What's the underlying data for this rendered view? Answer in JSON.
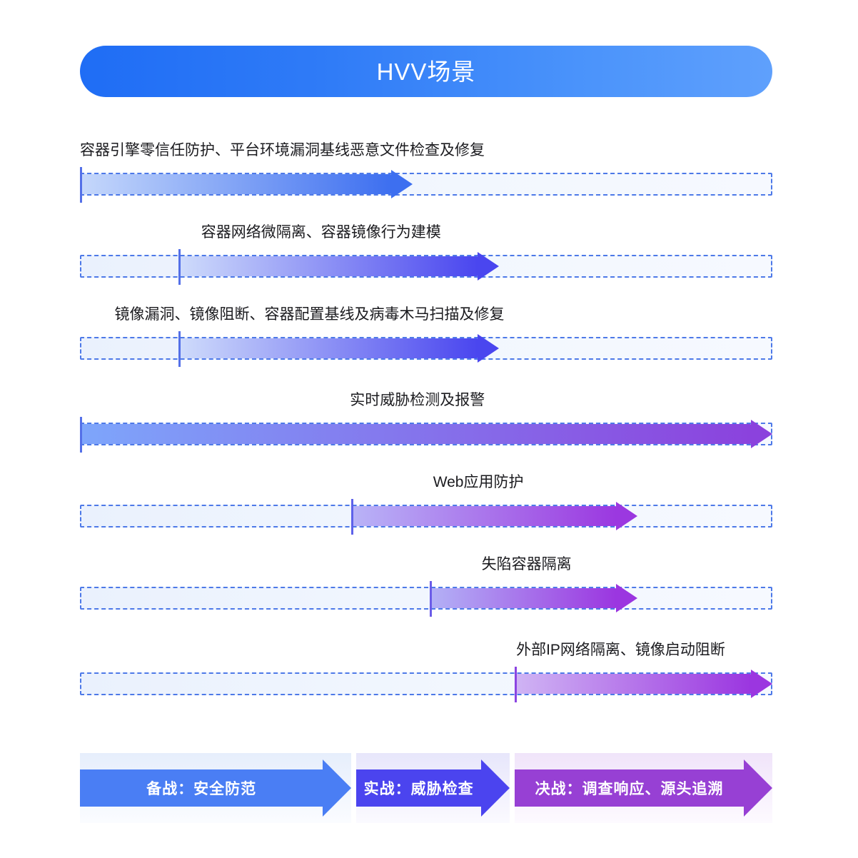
{
  "banner": {
    "title": "HVV场景",
    "gradient_from": "#1f6df5",
    "gradient_to": "#5fa0fc"
  },
  "timeline": {
    "track_color": "#eef4fd",
    "track_border_color": "#4d79e8",
    "rows": [
      {
        "label": "容器引擎零信任防护、平台环境漏洞基线恶意文件检查及修复",
        "label_left_pct": 0,
        "start_pct": 0,
        "end_pct": 48,
        "tick": true,
        "tick_color": "#5470e8",
        "from_color": "#c6d8fb",
        "to_color": "#3d6ff0",
        "head_color": "#3d6ff0"
      },
      {
        "label": "容器网络微隔离、容器镜像行为建模",
        "label_left_pct": 17.5,
        "start_pct": 14.2,
        "end_pct": 60.5,
        "tick": true,
        "tick_color": "#5470e8",
        "from_color": "#cfdcfb",
        "to_color": "#4a46ef",
        "head_color": "#4a46ef"
      },
      {
        "label": "镜像漏洞、镜像阻断、容器配置基线及病毒木马扫描及修复",
        "label_left_pct": 5,
        "start_pct": 14.2,
        "end_pct": 60.5,
        "tick": true,
        "tick_color": "#5470e8",
        "from_color": "#cfdcfb",
        "to_color": "#4a46ef",
        "head_color": "#4a46ef"
      },
      {
        "label": "实时威胁检测及报警",
        "label_left_pct": 39,
        "start_pct": 0,
        "end_pct": 100,
        "tick": true,
        "tick_color": "#5470e8",
        "from_color": "#7ea6fb",
        "to_color": "#8b42dd",
        "head_color": "#8b42dd"
      },
      {
        "label": "Web应用防护",
        "label_left_pct": 51,
        "start_pct": 39.2,
        "end_pct": 80.5,
        "tick": true,
        "tick_color": "#5e62ea",
        "from_color": "#b9b4f7",
        "to_color": "#9b38e0",
        "head_color": "#9b38e0"
      },
      {
        "label": "失陷容器隔离",
        "label_left_pct": 58,
        "start_pct": 50.5,
        "end_pct": 80.5,
        "tick": true,
        "tick_color": "#6b5ce8",
        "from_color": "#b3b2f6",
        "to_color": "#9b36e0",
        "head_color": "#9b36e0"
      },
      {
        "label": "外部IP网络隔离、镜像启动阻断",
        "label_left_pct": 63,
        "start_pct": 62.8,
        "end_pct": 100,
        "tick": true,
        "tick_color": "#8b44e2",
        "from_color": "#d0b5f4",
        "to_color": "#9b36e0",
        "head_color": "#9b36e0"
      }
    ]
  },
  "phases": [
    {
      "label": "备战：安全防范",
      "left_pct": 0,
      "width_pct": 39.2,
      "bar_color": "#4a7ef4",
      "band_from": "#e6eefc",
      "band_to": "#fbfcff"
    },
    {
      "label": "实战：威胁检查",
      "left_pct": 39.9,
      "width_pct": 22.2,
      "bar_color": "#4b44ef",
      "band_from": "#e7e6fb",
      "band_to": "#fbfaff"
    },
    {
      "label": "决战：调查响应、源头追溯",
      "left_pct": 62.8,
      "width_pct": 37.2,
      "bar_color": "#9740d4",
      "band_from": "#f0e4fa",
      "band_to": "#fdfaff"
    }
  ]
}
